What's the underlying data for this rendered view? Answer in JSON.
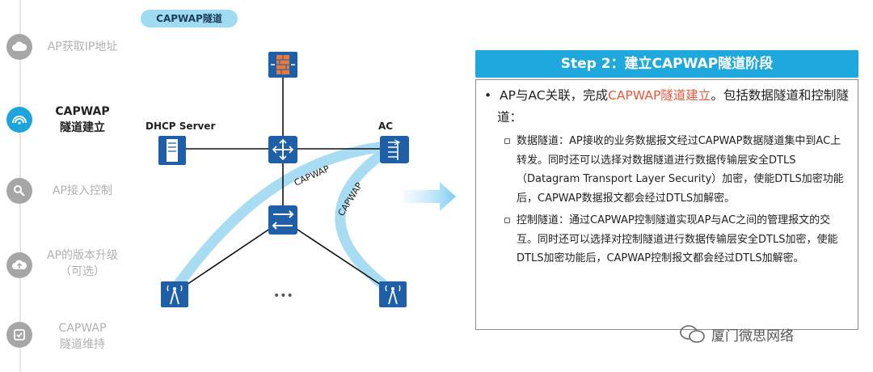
{
  "steps": [
    {
      "label": "AP获取IP地址",
      "icon": "cloud-icon",
      "active": false
    },
    {
      "label": "CAPWAP 隧道建立",
      "line1": "CAPWAP",
      "line2": "隧道建立",
      "icon": "wifi-signal-icon",
      "active": true
    },
    {
      "label": "AP接入控制",
      "icon": "key-icon",
      "active": false
    },
    {
      "label": "AP的版本升级（可选）",
      "line1": "AP的版本升级",
      "line2": "（可选）",
      "icon": "cloud-upload-icon",
      "active": false
    },
    {
      "label": "CAPWAP 隧道维持",
      "line1": "CAPWAP",
      "line2": "隧道维持",
      "icon": "checkbox-icon",
      "active": false
    }
  ],
  "tag": "CAPWAP隧道",
  "diagram": {
    "dhcp_label": "DHCP Server",
    "ac_label": "AC",
    "tunnel1": "CAPWAP",
    "tunnel2": "CAPWAP",
    "ellipsis": "•••"
  },
  "panel": {
    "title": "Step 2：建立CAPWAP隧道阶段",
    "main_pre": "AP与AC关联，完成",
    "main_highlight": "CAPWAP隧道建立",
    "main_post": "。包括数据隧道和控制隧道：",
    "data_tunnel": "数据隧道：AP接收的业务数据报文经过CAPWAP数据隧道集中到AC上转发。同时还可以选择对数据隧道进行数据传输层安全DTLS（Datagram Transport Layer Security）加密，使能DTLS加密功能后，CAPWAP数据报文都会经过DTLS加解密。",
    "control_tunnel": "控制隧道：通过CAPWAP控制隧道实现AP与AC之间的管理报文的交互。同时还可以选择对控制隧道进行数据传输层安全DTLS加密，使能DTLS加密功能后，CAPWAP控制报文都会经过DTLS加解密。"
  },
  "watermark": "厦门微思网络",
  "colors": {
    "accent": "#1fa8dd",
    "highlight": "#e7573d",
    "tunnel": "#a8dcf2",
    "device": "#1f5fa8"
  }
}
